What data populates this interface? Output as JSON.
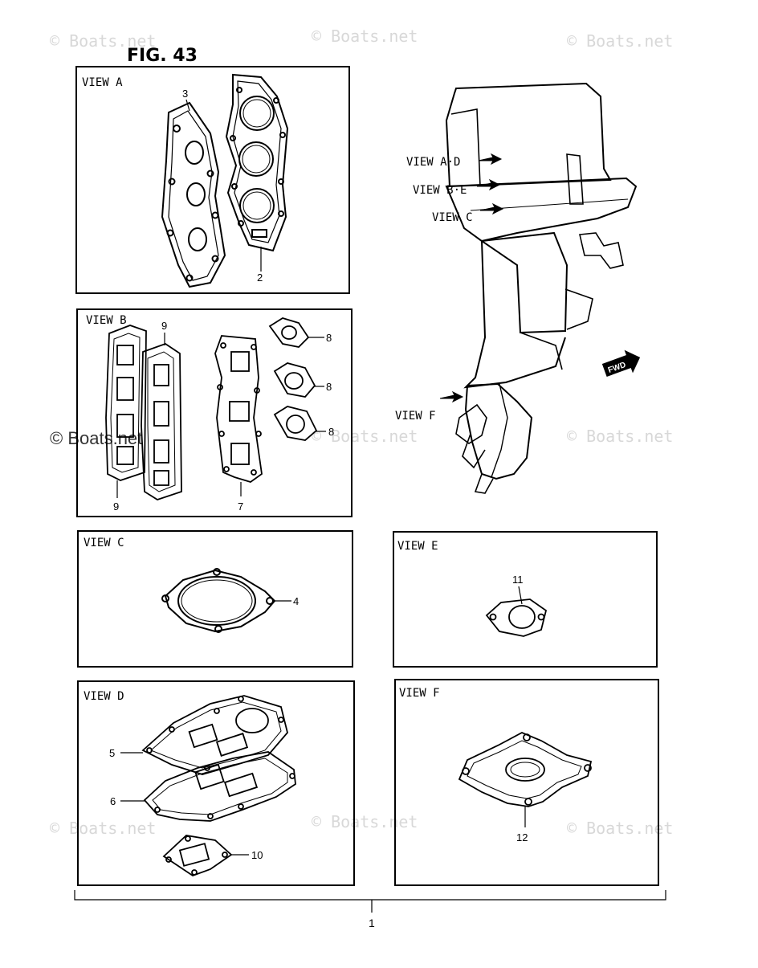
{
  "figure": {
    "title": "FIG. 43"
  },
  "views": {
    "a": {
      "label": "VIEW A"
    },
    "b": {
      "label": "VIEW B"
    },
    "c": {
      "label": "VIEW C"
    },
    "d": {
      "label": "VIEW D"
    },
    "e": {
      "label": "VIEW E"
    },
    "f": {
      "label": "VIEW F"
    }
  },
  "motor_arrows": {
    "ad": "VIEW A·D",
    "be": "VIEW B·E",
    "c": "VIEW C",
    "f": "VIEW F",
    "fwd": "FWD"
  },
  "callouts": {
    "p1": "1",
    "p2": "2",
    "p3": "3",
    "p4": "4",
    "p5": "5",
    "p6": "6",
    "p7": "7",
    "p8a": "8",
    "p8b": "8",
    "p8c": "8",
    "p9a": "9",
    "p9b": "9",
    "p10": "10",
    "p11": "11",
    "p12": "12"
  },
  "watermark": "© Boats.net"
}
